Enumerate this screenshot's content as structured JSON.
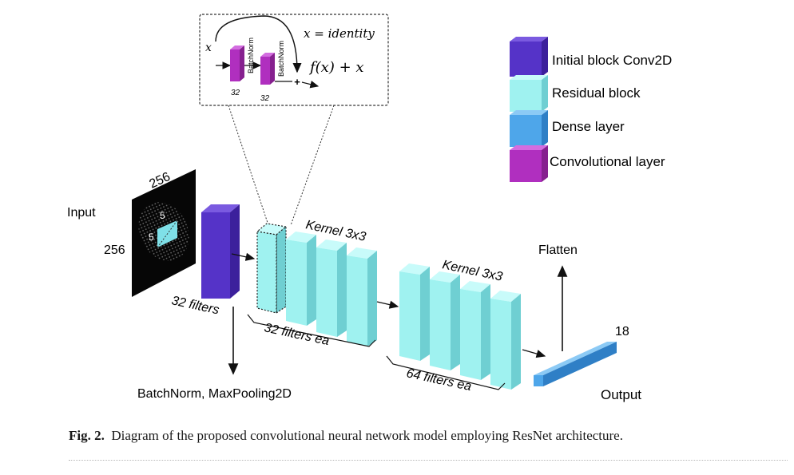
{
  "diagram": {
    "input": {
      "label": "Input",
      "width_label": "256",
      "height_label": "256",
      "kernel_w": "5",
      "kernel_h": "5"
    },
    "initial_block": {
      "filters_label": "32 filters",
      "after_label": "BatchNorm, MaxPooling2D"
    },
    "residual_group_1": {
      "kernel_label": "Kernel 3x3",
      "filters_label": "32 filters ea"
    },
    "residual_group_2": {
      "kernel_label": "Kernel 3x3",
      "filters_label": "64 filters ea"
    },
    "dense": {
      "flatten_label": "Flatten",
      "units_label": "18",
      "output_label": "Output"
    },
    "inset": {
      "x_label": "x",
      "identity_label": "x = identity",
      "function_label": "f(x) + x",
      "batchnorm_1": "BatchNorm",
      "batchnorm_2": "BatchNorm",
      "conv1_filters": "32",
      "conv2_filters": "32"
    },
    "legend": [
      {
        "label": "Initial block Conv2D",
        "color": "#5533c8"
      },
      {
        "label": "Residual block",
        "color": "#9ff2f0"
      },
      {
        "label": "Dense layer",
        "color": "#4ea6ea"
      },
      {
        "label": "Convolutional layer",
        "color": "#b02fbf"
      }
    ]
  },
  "caption": {
    "prefix": "Fig. 2.",
    "text": "Diagram of the proposed convolutional neural network model employing ResNet architecture."
  },
  "colors": {
    "initial_front": "#5533c8",
    "initial_side": "#3c209c",
    "initial_top": "#7a5ae0",
    "residual_front": "#9ff2f0",
    "residual_side": "#6fcfd2",
    "residual_top": "#c8fbfa",
    "dense_front": "#4ea6ea",
    "dense_side": "#2f7fc6",
    "dense_top": "#8ccaf5",
    "conv_front": "#b02fbf",
    "conv_side": "#86208f",
    "conv_top": "#d36de0"
  }
}
